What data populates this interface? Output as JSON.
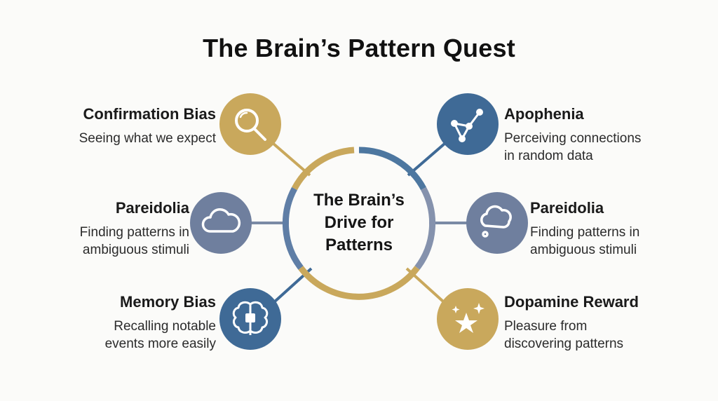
{
  "title": "The Brain’s Pattern Quest",
  "center": {
    "line1": "The Brain’s",
    "line2": "Drive for",
    "line3": "Patterns"
  },
  "colors": {
    "gold": "#c9a85c",
    "blue": "#3f6a96",
    "slate": "#6f7f9e",
    "line": "#7a8aa5"
  },
  "nodes": {
    "confirmation": {
      "title": "Confirmation Bias",
      "desc": "Seeing what we expect",
      "icon": "magnifier-icon"
    },
    "apophenia": {
      "title": "Apophenia",
      "desc1": "Perceiving connections",
      "desc2": "in random data",
      "icon": "connected-dots-icon"
    },
    "pareidolia_left": {
      "title": "Pareidolia",
      "desc1": "Finding patterns in",
      "desc2": "ambiguous stimuli",
      "icon": "cloud-icon"
    },
    "pareidolia_right": {
      "title": "Pareidolia",
      "desc1": "Finding patterns in",
      "desc2": "ambiguous stimuli",
      "icon": "thought-cloud-icon"
    },
    "memory": {
      "title": "Memory Bias",
      "desc1": "Recalling notable",
      "desc2": "events more easily",
      "icon": "brain-icon"
    },
    "dopamine": {
      "title": "Dopamine Reward",
      "desc1": "Pleasure from",
      "desc2": "discovering patterns",
      "icon": "sparkle-stars-icon"
    }
  }
}
